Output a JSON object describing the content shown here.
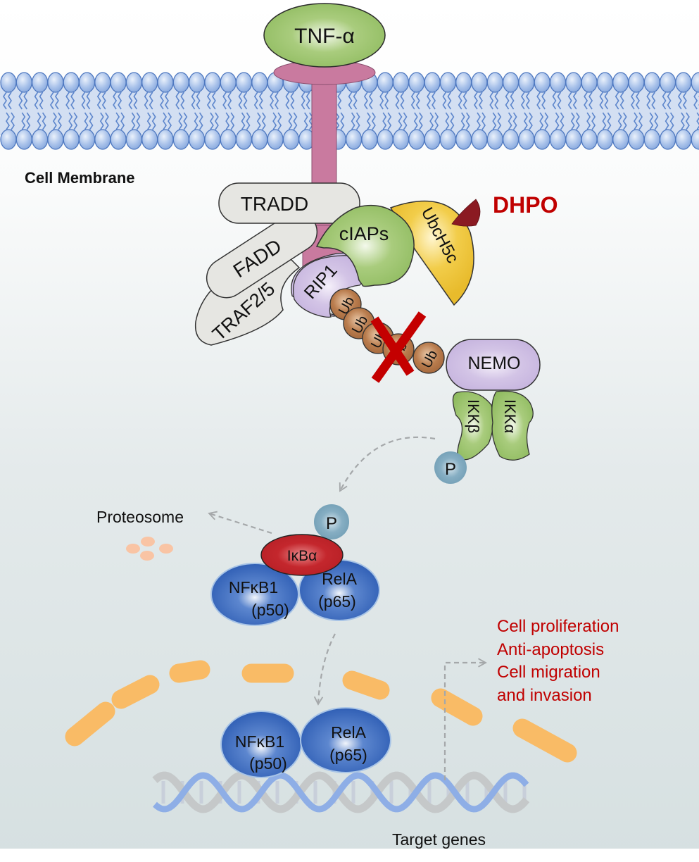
{
  "labels": {
    "tnf": "TNF-α",
    "membrane": "Cell Membrane",
    "tradd": "TRADD",
    "fadd": "FADD",
    "traf": "TRAF2/5",
    "ciaps": "cIAPs",
    "ubch5c": "UbcH5c",
    "rip1": "RIP1",
    "dhpo": "DHPO",
    "ub": "Ub",
    "nemo": "NEMO",
    "ikkb": "IKKβ",
    "ikka": "IKKα",
    "phospho": "P",
    "proteosome": "Proteosome",
    "ikba": "IκBα",
    "nfkb1": "NFκB1",
    "p50": "(p50)",
    "rela": "RelA",
    "p65": "(p65)",
    "target_genes": "Target genes"
  },
  "outcomes": [
    "Cell proliferation",
    "Anti-apoptosis",
    "Cell migration",
    "and invasion"
  ],
  "colors": {
    "membrane_blue": "#8fb0e3",
    "receptor_pink": "#c97a9f",
    "green": "#9bc46c",
    "grey_protein": "#e6e6e2",
    "lavender": "#cdbde3",
    "yellow": "#f0c73c",
    "dhpo_red": "#c00000",
    "ub_brown": "#b5784a",
    "phospho_blue": "#7aa6bc",
    "ikba_red": "#c0272d",
    "nfkb_blue": "#3a6bbf",
    "nucleus_orange": "#f9bb66",
    "outcome_red": "#c00000"
  }
}
